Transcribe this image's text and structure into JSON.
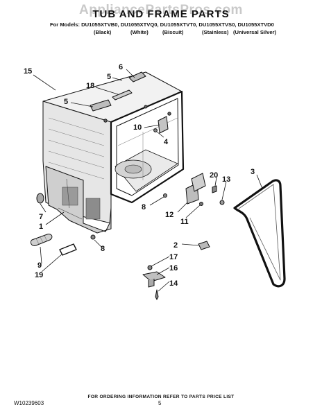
{
  "watermark": "AppliancePartsPros.com",
  "title": "TUB AND FRAME PARTS",
  "models_line": "For Models: DU1055XTVB0, DU1055XTVQ0, DU1055XTVT0, DU1055XTVS0, DU1055XTVD0",
  "colors": [
    "(Black)",
    "(White)",
    "(Biscuit)",
    "(Stainless)",
    "(Universal Silver)"
  ],
  "callouts": [
    "15",
    "6",
    "5",
    "18",
    "5",
    "10",
    "4",
    "3",
    "20",
    "13",
    "7",
    "1",
    "8",
    "12",
    "11",
    "8",
    "2",
    "17",
    "16",
    "9",
    "19",
    "14"
  ],
  "footer": {
    "ordering_note": "FOR ORDERING INFORMATION REFER TO PARTS PRICE LIST",
    "doc_number": "W10239603",
    "page_number": "5"
  }
}
